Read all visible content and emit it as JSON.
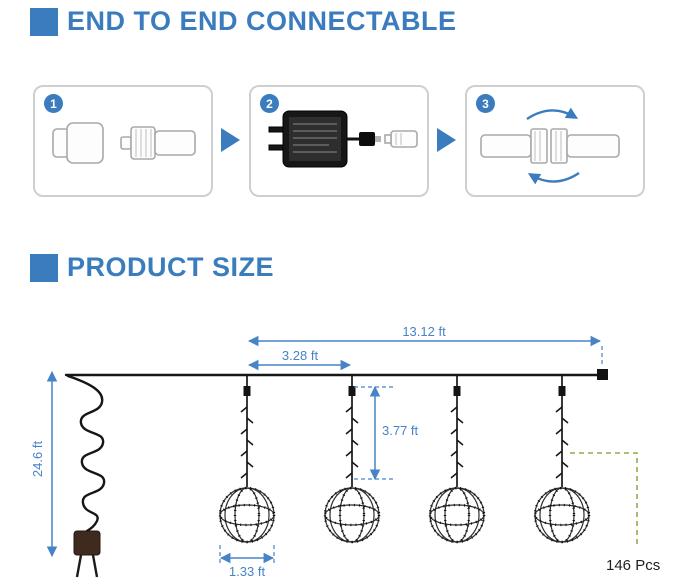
{
  "colors": {
    "accent": "#3a7cbe",
    "dim": "#4684c6",
    "leader": "#8fae4e",
    "ink": "#161616"
  },
  "connectable": {
    "title": "END TO END CONNECTABLE",
    "steps": [
      "1",
      "2",
      "3"
    ]
  },
  "product_size": {
    "title": "PRODUCT SIZE",
    "dimensions": {
      "total_length": "13.12 ft",
      "drop_spacing": "3.28 ft",
      "drop_length": "3.77 ft",
      "lead_length": "24.6 ft",
      "ball_width": "1.33 ft",
      "led_count": "146 Pcs"
    }
  }
}
